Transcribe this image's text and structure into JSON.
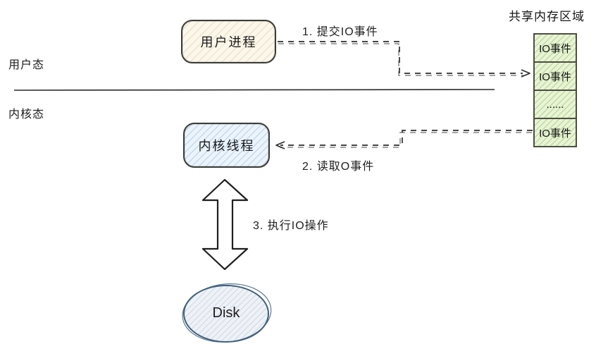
{
  "diagram": {
    "zones": {
      "user_mode_label": "用户态",
      "kernel_mode_label": "内核态"
    },
    "nodes": {
      "user_process": "用户进程",
      "kernel_thread": "内核线程",
      "disk": "Disk"
    },
    "shared_memory": {
      "title": "共享内存区域",
      "cells": [
        "IO事件",
        "IO事件",
        "......",
        "IO事件"
      ]
    },
    "steps": {
      "submit": "1. 提交IO事件",
      "read": "2. 读取O事件",
      "execute": "3. 执行IO操作"
    },
    "colors": {
      "background": "#ffffff",
      "user_process_fill": "#fbf7ea",
      "kernel_thread_fill": "#ecf4fb",
      "shared_memory_cell_fill": "#e9f4d6",
      "box_border": "#3c3c38",
      "cell_border": "#4e4e44",
      "disk_fill": "#eef2f7",
      "disk_stroke": "#41607c",
      "arrow_color": "#2d2d2d",
      "text_color": "#1c1c1c"
    }
  }
}
